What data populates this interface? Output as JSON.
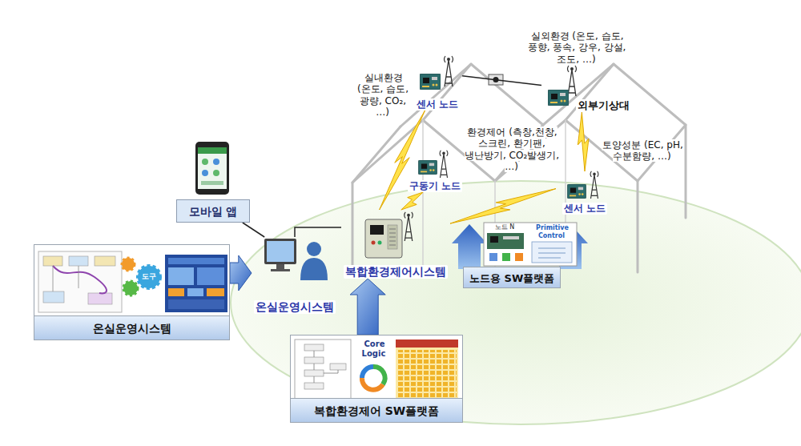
{
  "diagram": {
    "nodes": [
      {
        "text": [
          "모바일 앱"
        ]
      },
      {
        "text": [
          "온실운영시스템"
        ]
      },
      {
        "text": [
          "온실운영시스템"
        ]
      },
      {
        "text": [
          "복합환경제어시스템"
        ]
      },
      {
        "text": [
          "복합환경제어 SW플랫폼"
        ]
      },
      {
        "text": [
          "노드용 SW플랫폼"
        ]
      },
      {
        "text": [
          "센서 노드"
        ]
      },
      {
        "text": [
          "외부기상대"
        ]
      },
      {
        "text": [
          "구동기 노드"
        ]
      },
      {
        "text": [
          "센서 노드"
        ]
      }
    ],
    "edges": [
      {
        "from": 0,
        "to": 2,
        "arrow": "none"
      },
      {
        "from": 2,
        "to": 3,
        "arrow": "none"
      },
      {
        "from": 1,
        "to": 2,
        "arrow": "to"
      },
      {
        "from": 4,
        "to": 3,
        "arrow": "to"
      },
      {
        "from": 6,
        "to": 7,
        "arrow": "none"
      },
      {
        "from": 6,
        "to": 3,
        "arrow": "none"
      },
      {
        "from": 8,
        "to": 3,
        "arrow": "none"
      },
      {
        "from": 7,
        "to": 9,
        "arrow": "none"
      },
      {
        "from": 9,
        "to": 3,
        "arrow": "none"
      }
    ],
    "labels": [
      "실내환경 (온도, 습도, 광량, CO₂, …)",
      "실외환경 (온도, 습도, 풍향, 풍속, 강우, 강설, 조도, …)",
      "환경제어 (측창,천창, 스크린, 환기팬, 냉난방기, CO₂발생기, …)",
      "토양성분 (EC, pH, 수분함량, …)",
      "도구",
      "Core Logic",
      "노드 N",
      "Primitive Control"
    ]
  }
}
